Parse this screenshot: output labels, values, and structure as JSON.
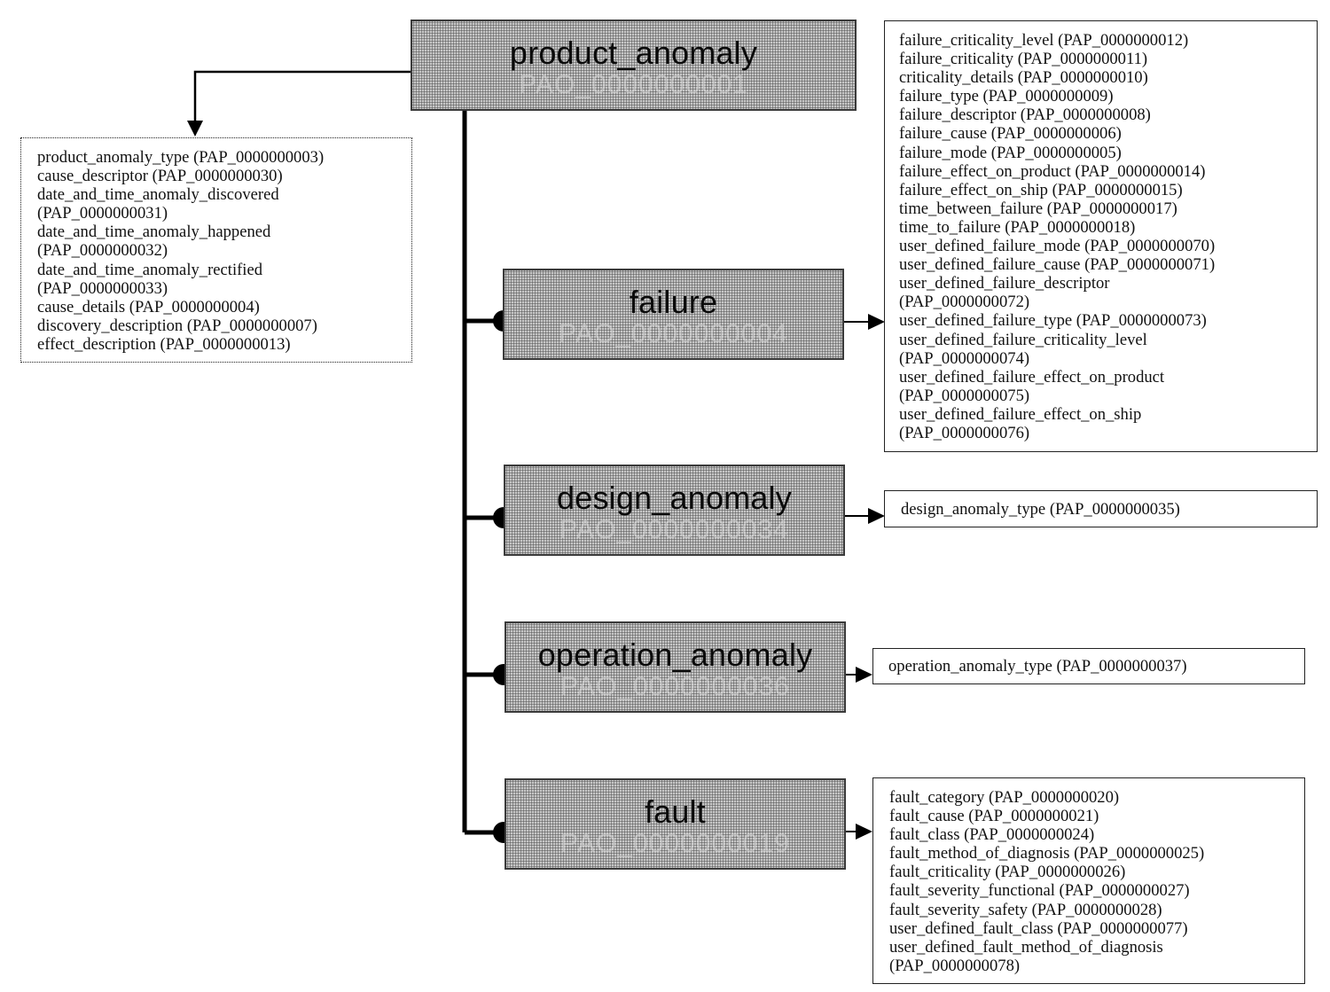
{
  "root": {
    "name": "product_anomaly",
    "id": "PAO_0000000001",
    "attributes": [
      "product_anomaly_type (PAP_0000000003)",
      "cause_descriptor (PAP_0000000030)",
      "date_and_time_anomaly_discovered",
      "(PAP_0000000031)",
      "date_and_time_anomaly_happened",
      "(PAP_0000000032)",
      "date_and_time_anomaly_rectified",
      "(PAP_0000000033)",
      "cause_details (PAP_0000000004)",
      "discovery_description (PAP_0000000007)",
      "effect_description (PAP_0000000013)"
    ]
  },
  "subclasses": [
    {
      "name": "failure",
      "id": "PAO_0000000004",
      "attributes": [
        "failure_criticality_level (PAP_0000000012)",
        "failure_criticality (PAP_0000000011)",
        "criticality_details (PAP_0000000010)",
        "failure_type (PAP_0000000009)",
        "failure_descriptor (PAP_0000000008)",
        "failure_cause (PAP_0000000006)",
        "failure_mode (PAP_0000000005)",
        "failure_effect_on_product (PAP_0000000014)",
        "failure_effect_on_ship (PAP_0000000015)",
        "time_between_failure (PAP_0000000017)",
        "time_to_failure (PAP_0000000018)",
        "user_defined_failure_mode (PAP_0000000070)",
        "user_defined_failure_cause (PAP_0000000071)",
        "user_defined_failure_descriptor",
        "(PAP_0000000072)",
        "user_defined_failure_type (PAP_0000000073)",
        "user_defined_failure_criticality_level",
        "(PAP_0000000074)",
        "user_defined_failure_effect_on_product",
        "(PAP_0000000075)",
        "user_defined_failure_effect_on_ship",
        "(PAP_0000000076)"
      ]
    },
    {
      "name": "design_anomaly",
      "id": "PAO_0000000034",
      "attributes": [
        "design_anomaly_type (PAP_0000000035)"
      ]
    },
    {
      "name": "operation_anomaly",
      "id": "PAO_0000000036",
      "attributes": [
        "operation_anomaly_type (PAP_0000000037)"
      ]
    },
    {
      "name": "fault",
      "id": "PAO_0000000019",
      "attributes": [
        "fault_category (PAP_0000000020)",
        "fault_cause (PAP_0000000021)",
        "fault_class (PAP_0000000024)",
        "fault_method_of_diagnosis (PAP_0000000025)",
        "fault_criticality (PAP_0000000026)",
        "fault_severity_functional (PAP_0000000027)",
        "fault_severity_safety (PAP_0000000028)",
        "user_defined_fault_class (PAP_0000000077)",
        "user_defined_fault_method_of_diagnosis",
        "(PAP_0000000078)"
      ]
    }
  ]
}
